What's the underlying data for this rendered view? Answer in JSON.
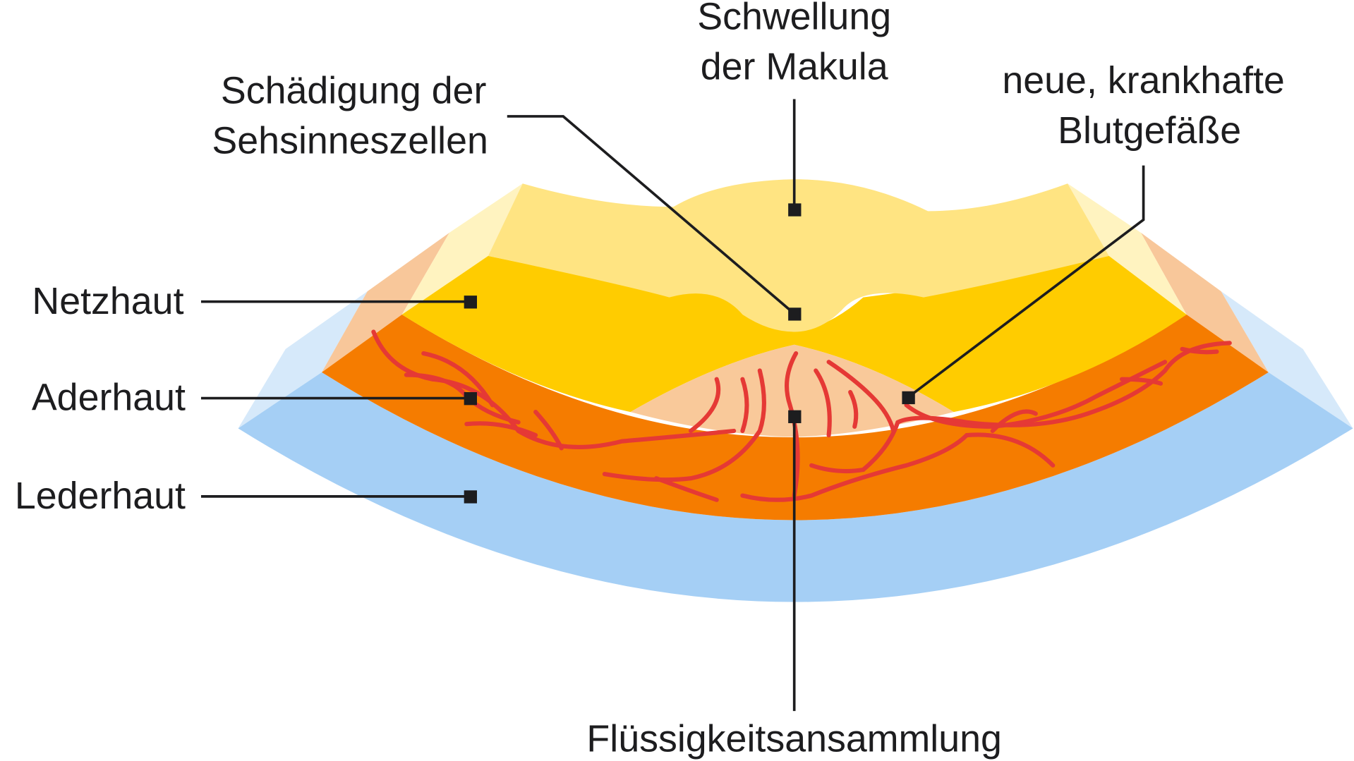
{
  "labels": {
    "schwellung": [
      "Schwellung",
      "der Makula"
    ],
    "schaedigung": [
      "Schädigung der",
      "Sehsinneszellen"
    ],
    "blutgefaesse": [
      "neue, krankhafte",
      "Blutgefäße"
    ],
    "netzhaut": "Netzhaut",
    "aderhaut": "Aderhaut",
    "lederhaut": "Lederhaut",
    "fluessigkeit": "Flüssigkeitsansammlung"
  },
  "colors": {
    "sclera": "#a5cff5",
    "sclera_side": "#d6e9fa",
    "choroid": "#f57c00",
    "choroid_side": "#f8c79a",
    "retina": "#ffcc00",
    "retina_top": "#ffe482",
    "retina_side": "#fff3c0",
    "fluid": "#f9c99a",
    "vessels": "#e53935"
  }
}
